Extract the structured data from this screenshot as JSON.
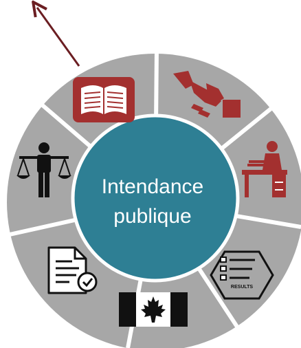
{
  "center": {
    "line1": "Intendance",
    "line2": "publique"
  },
  "segments": [
    {
      "icon": "open-book-icon"
    },
    {
      "icon": "handshake-icon"
    },
    {
      "icon": "person-at-desk-icon"
    },
    {
      "icon": "results-checklist-icon"
    },
    {
      "icon": "canada-flag-icon"
    },
    {
      "icon": "document-check-icon"
    },
    {
      "icon": "balance-scale-person-icon"
    }
  ],
  "results_label": "RESULTS",
  "colors": {
    "ring": "#a7a7a7",
    "separator": "#ffffff",
    "center_fill": "#2e7f94",
    "center_stroke": "#ffffff",
    "accent_red": "#a3302f",
    "icon_dark": "#111111",
    "arrow": "#6b1e22"
  }
}
